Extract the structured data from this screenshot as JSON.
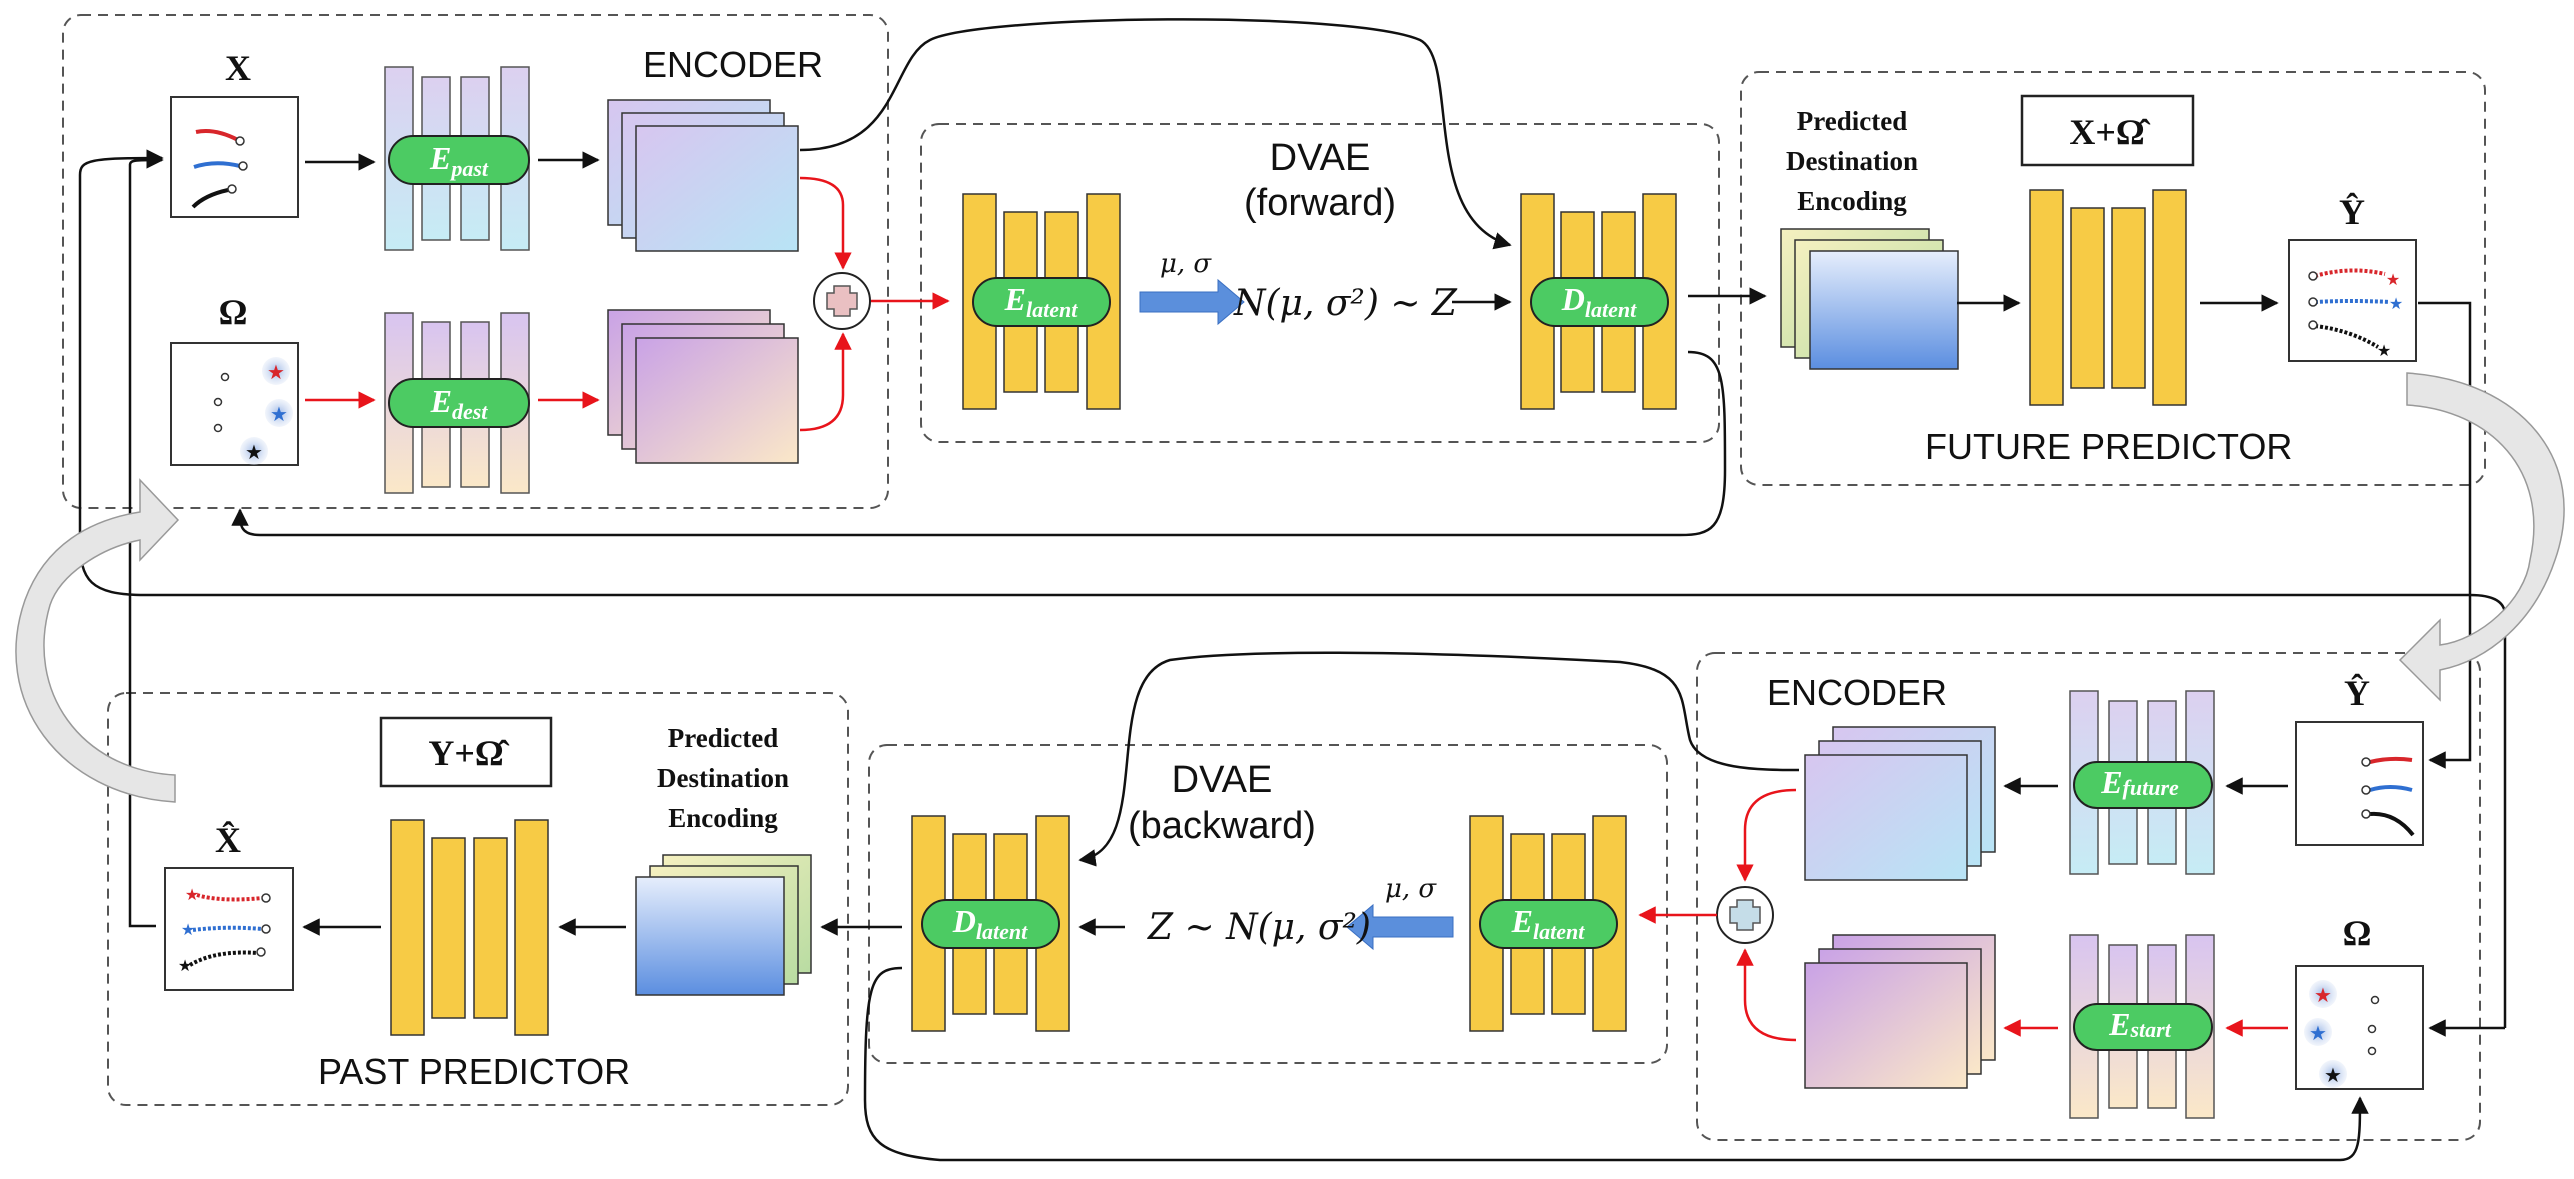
{
  "top_encoder": {
    "title": "ENCODER",
    "x_label": "X",
    "omega_label": "Ω",
    "e_past": "E",
    "e_past_sub": "past",
    "e_dest": "E",
    "e_dest_sub": "dest"
  },
  "dvae_forward": {
    "title_line1": "DVAE",
    "title_line2": "(forward)",
    "e_latent": "E",
    "e_latent_sub": "latent",
    "mu_sigma": "μ, σ",
    "dist": "N(μ, σ²) ~ Z",
    "d_latent": "D",
    "d_latent_sub": "latent"
  },
  "future_predictor": {
    "title": "FUTURE PREDICTOR",
    "pde_line1": "Predicted",
    "pde_line2": "Destination",
    "pde_line3": "Encoding",
    "input_box": "X+Ω̂",
    "output_label": "Ŷ"
  },
  "bottom_encoder": {
    "title": "ENCODER",
    "y_label": "Ŷ",
    "omega_label": "Ω",
    "e_future": "E",
    "e_future_sub": "future",
    "e_start": "E",
    "e_start_sub": "start"
  },
  "dvae_backward": {
    "title_line1": "DVAE",
    "title_line2": "(backward)",
    "e_latent": "E",
    "e_latent_sub": "latent",
    "mu_sigma": "μ, σ",
    "dist": "Z ~ N(μ, σ²)",
    "d_latent": "D",
    "d_latent_sub": "latent"
  },
  "past_predictor": {
    "title": "PAST PREDICTOR",
    "pde_line1": "Predicted",
    "pde_line2": "Destination",
    "pde_line3": "Encoding",
    "input_box": "Y+Ω̂",
    "output_label": "X̂"
  },
  "colors": {
    "block_yellow": "#F7CB45",
    "pill_green": "#4CCB63",
    "red_arrow": "#E8141B",
    "blue_arrow": "#5B8FDC",
    "dashed_border": "#555555"
  }
}
